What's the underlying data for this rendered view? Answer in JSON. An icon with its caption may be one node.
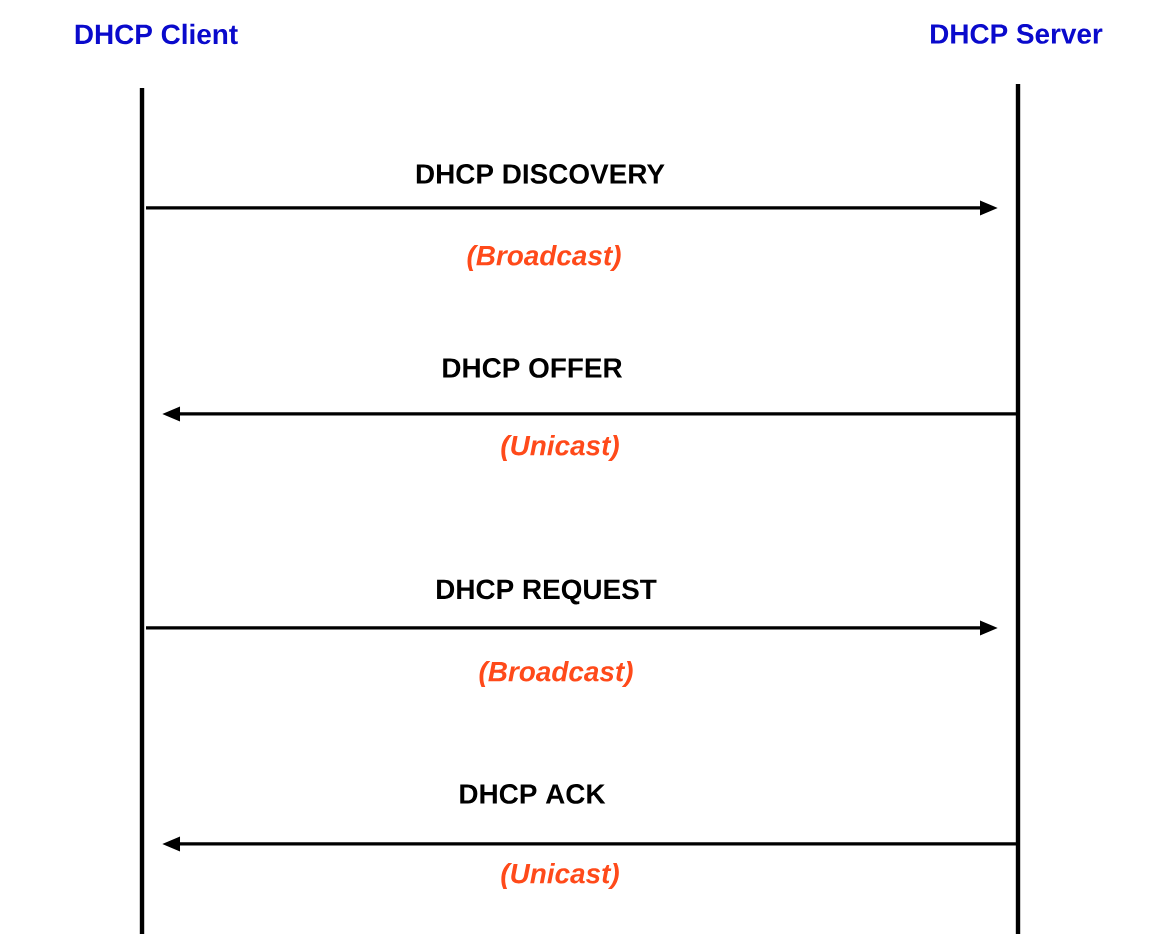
{
  "diagram": {
    "nodes": [
      {
        "text": [
          "DHCP Client"
        ]
      },
      {
        "text": [
          "DHCP Server"
        ]
      },
      {
        "text": [],
        "shape": "bar"
      },
      {
        "text": [],
        "shape": "bar"
      }
    ],
    "edges": [
      {
        "from": 2,
        "to": 3,
        "arrow": "to",
        "label": "DHCP DISCOVERY"
      },
      {
        "from": 3,
        "to": 2,
        "arrow": "to",
        "label": "DHCP OFFER"
      },
      {
        "from": 2,
        "to": 3,
        "arrow": "to",
        "label": "DHCP REQUEST"
      },
      {
        "from": 3,
        "to": 2,
        "arrow": "to",
        "label": "DHCP ACK"
      }
    ],
    "labels": [
      "(Broadcast)",
      "(Unicast)",
      "(Broadcast)",
      "(Unicast)"
    ]
  }
}
